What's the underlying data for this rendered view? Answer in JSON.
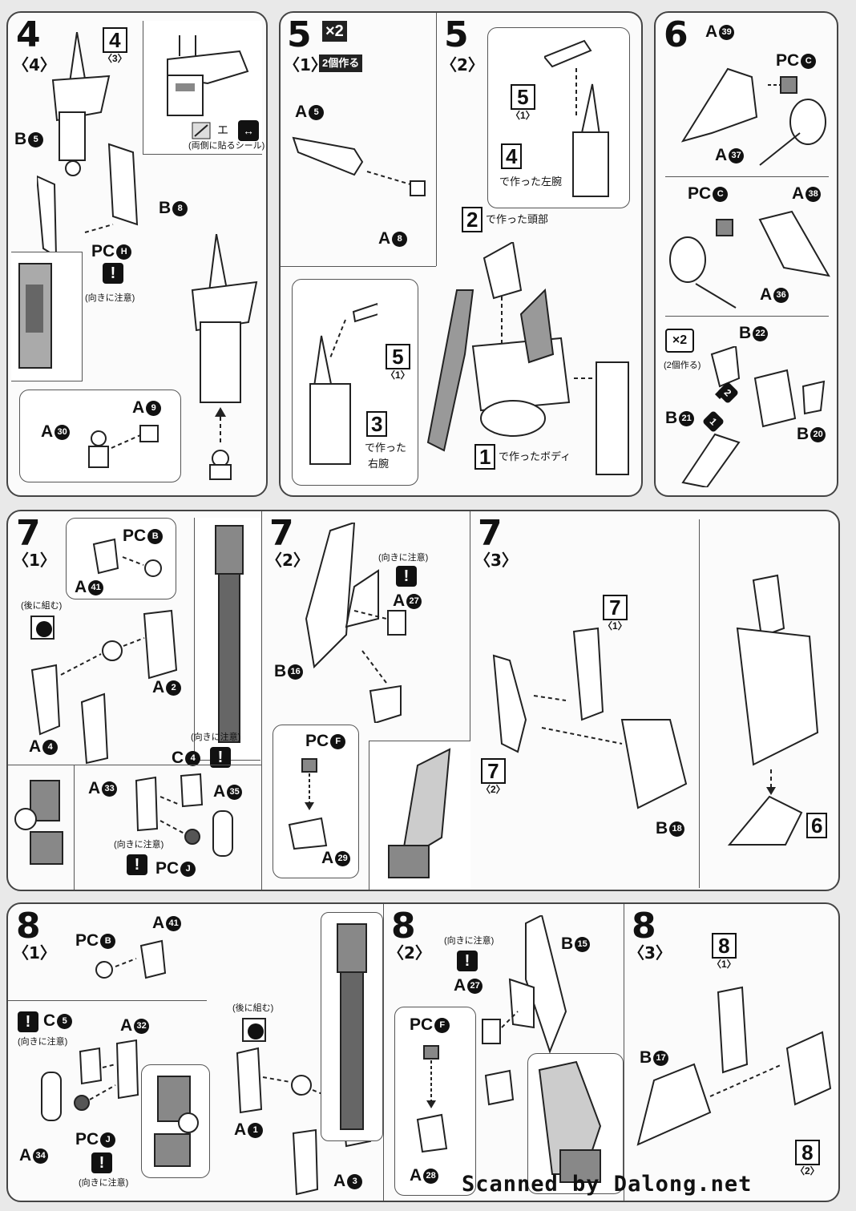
{
  "step4": {
    "num": "4",
    "sub": "〈4〉",
    "ref_step": {
      "n": "4",
      "s": "〈3〉"
    },
    "sticker_label": "エ",
    "sticker_caption": "(両側に貼るシール)",
    "labels": {
      "b5": "B",
      "b8": "B",
      "pch": "PC",
      "a9": "A",
      "a30": "A"
    },
    "circ": {
      "b5": "5",
      "b8": "8",
      "pch": "H",
      "a9": "9",
      "a30": "30"
    },
    "caution": "(向きに注意)"
  },
  "step5_1": {
    "num": "5",
    "badge": "×2",
    "sub": "〈1〉",
    "make_two": "2個作る",
    "labels": {
      "a5": "A",
      "a8": "A"
    },
    "circ": {
      "a5": "5",
      "a8": "8"
    }
  },
  "step5_2": {
    "num": "5",
    "sub": "〈2〉",
    "refs": [
      {
        "n": "5",
        "s": "〈1〉"
      },
      {
        "n": "4",
        "s": ""
      },
      {
        "n": "2",
        "s": ""
      },
      {
        "n": "5",
        "s": "〈1〉"
      },
      {
        "n": "3",
        "s": ""
      },
      {
        "n": "1",
        "s": ""
      }
    ],
    "captions": {
      "left_arm": "で作った左腕",
      "head": "で作った頭部",
      "right_arm_a": "で作った",
      "right_arm_b": "右腕",
      "body": "で作ったボディ"
    }
  },
  "step6": {
    "num": "6",
    "labels": {
      "a39": "A",
      "pcc1": "PC",
      "a37": "A",
      "pcc2": "PC",
      "a38": "A",
      "a36": "A",
      "b22": "B",
      "b21": "B",
      "b20": "B"
    },
    "circ": {
      "a39": "39",
      "pcc1": "C",
      "a37": "37",
      "pcc2": "C",
      "a38": "38",
      "a36": "36",
      "b22": "22",
      "b21": "21",
      "b20": "20"
    },
    "badge": "×2",
    "make_two": "(2個作る)",
    "order": [
      "1",
      "2"
    ]
  },
  "step7_1": {
    "num": "7",
    "sub": "〈1〉",
    "labels": {
      "pcb": "PC",
      "a41": "A",
      "a2": "A",
      "a4": "A",
      "c4": "C",
      "a33": "A",
      "a35": "A",
      "pcj": "PC"
    },
    "circ": {
      "pcb": "B",
      "a41": "41",
      "a2": "2",
      "a4": "4",
      "c4": "4",
      "a33": "33",
      "a35": "35",
      "pcj": "J"
    },
    "later": "(後に組む)",
    "caution": "(向きに注意)"
  },
  "step7_2": {
    "num": "7",
    "sub": "〈2〉",
    "labels": {
      "a27": "A",
      "b16": "B",
      "pcf": "PC",
      "a29": "A"
    },
    "circ": {
      "a27": "27",
      "b16": "16",
      "pcf": "F",
      "a29": "29"
    },
    "caution": "(向きに注意)"
  },
  "step7_3": {
    "num": "7",
    "sub": "〈3〉",
    "refs": [
      {
        "n": "7",
        "s": "〈1〉"
      },
      {
        "n": "7",
        "s": "〈2〉"
      },
      {
        "n": "6",
        "s": ""
      }
    ],
    "labels": {
      "b18": "B"
    },
    "circ": {
      "b18": "18"
    }
  },
  "step8_1": {
    "num": "8",
    "sub": "〈1〉",
    "labels": {
      "pcb": "PC",
      "a41": "A",
      "c5": "C",
      "a32": "A",
      "a34": "A",
      "pcj": "PC",
      "a1": "A",
      "a3": "A"
    },
    "circ": {
      "pcb": "B",
      "a41": "41",
      "c5": "5",
      "a32": "32",
      "a34": "34",
      "pcj": "J",
      "a1": "1",
      "a3": "3"
    },
    "later": "(後に組む)",
    "caution": "(向きに注意)"
  },
  "step8_2": {
    "num": "8",
    "sub": "〈2〉",
    "labels": {
      "b15": "B",
      "a27": "A",
      "pcf": "PC",
      "a28": "A"
    },
    "circ": {
      "b15": "15",
      "a27": "27",
      "pcf": "F",
      "a28": "28"
    },
    "caution": "(向きに注意)"
  },
  "step8_3": {
    "num": "8",
    "sub": "〈3〉",
    "refs": [
      {
        "n": "8",
        "s": "〈1〉"
      },
      {
        "n": "8",
        "s": "〈2〉"
      }
    ],
    "labels": {
      "b17": "B"
    },
    "circ": {
      "b17": "17"
    }
  },
  "warn_mark": "!",
  "footer": "Scanned by Dalong.net"
}
